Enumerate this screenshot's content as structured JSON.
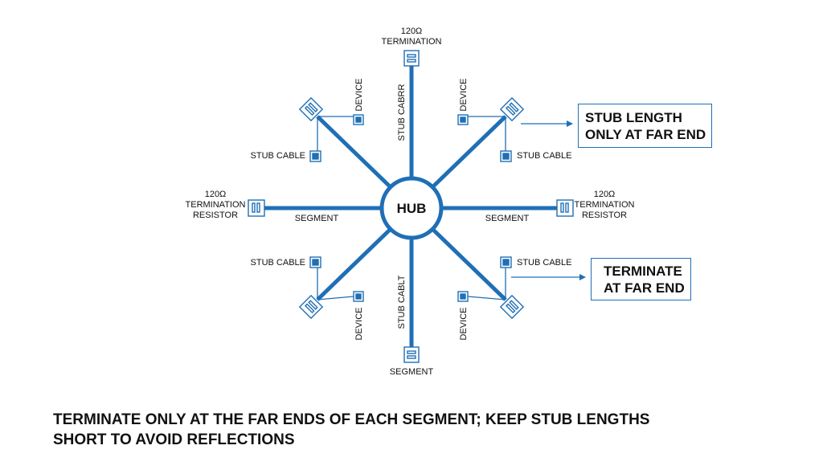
{
  "diagram": {
    "hub": "HUB",
    "top": {
      "termination_l1": "120Ω",
      "termination_l2": "TERMINATION",
      "stub": "STUB CABRR"
    },
    "bottom": {
      "segment": "SEGMENT",
      "stub": "STUB CABLT"
    },
    "left": {
      "termination_l1": "120Ω",
      "termination_l2": "TERMINATION",
      "termination_l3": "RESISTOR",
      "segment": "SEGMENT"
    },
    "right": {
      "termination_l1": "120Ω",
      "termination_l2": "TERMINATION",
      "termination_l3": "RESISTOR",
      "segment": "SEGMENT"
    },
    "upper_left": {
      "device": "DEVICE",
      "stub_cable": "STUB CABLE"
    },
    "upper_right": {
      "device": "DEVICE",
      "stub_cable": "STUB CABLE"
    },
    "lower_left": {
      "device": "DEVICE",
      "stub_cable": "STUB CABLE"
    },
    "lower_right": {
      "device": "DEVICE",
      "stub_cable": "STUB CABLE"
    }
  },
  "callouts": {
    "stub_length": {
      "line1": "STUB LENGTH",
      "line2": "ONLY AT FAR END"
    },
    "terminate": {
      "line1": "TERMINATE",
      "line2": "AT FAR END"
    }
  },
  "footer": {
    "line1": "TERMINATE ONLY AT THE FAR ENDS OF EACH SEGMENT; KEEP STUB LENGTHS",
    "line2": "SHORT TO AVOID REFLECTIONS"
  },
  "colors": {
    "cable": "#1f6fb5",
    "stroke": "#1f6fb5",
    "text": "#111111",
    "background": "#ffffff"
  }
}
